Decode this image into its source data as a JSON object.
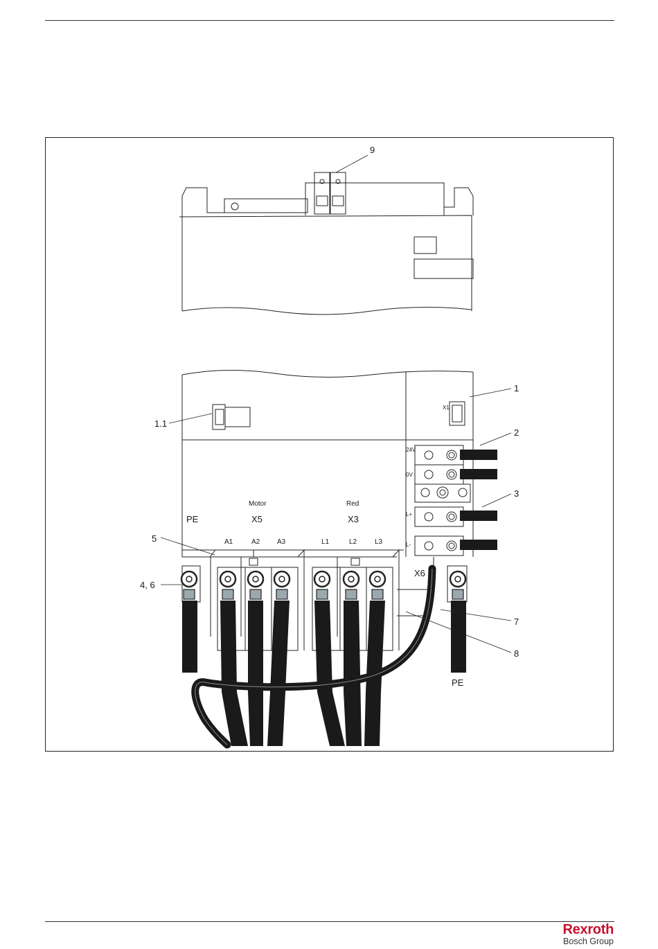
{
  "figure": {
    "callouts": [
      "9",
      "1",
      "1.1",
      "2",
      "3",
      "5",
      "4, 6",
      "7",
      "8"
    ],
    "terminal_labels": {
      "pe_left": "PE",
      "motor": "Motor",
      "x5": "X5",
      "red": "Red",
      "x3": "X3",
      "a1": "A1",
      "a2": "A2",
      "a3": "A3",
      "l1": "L1",
      "l2": "L2",
      "l3": "L3",
      "x6": "X6",
      "pe_bottom": "PE",
      "x1": "X1",
      "v24": "24V",
      "v0": "0V",
      "l_plus": "L+",
      "l_minus": "L-"
    }
  },
  "footer": {
    "brand": "Rexroth",
    "group": "Bosch Group",
    "brand_color": "#c8102e"
  }
}
